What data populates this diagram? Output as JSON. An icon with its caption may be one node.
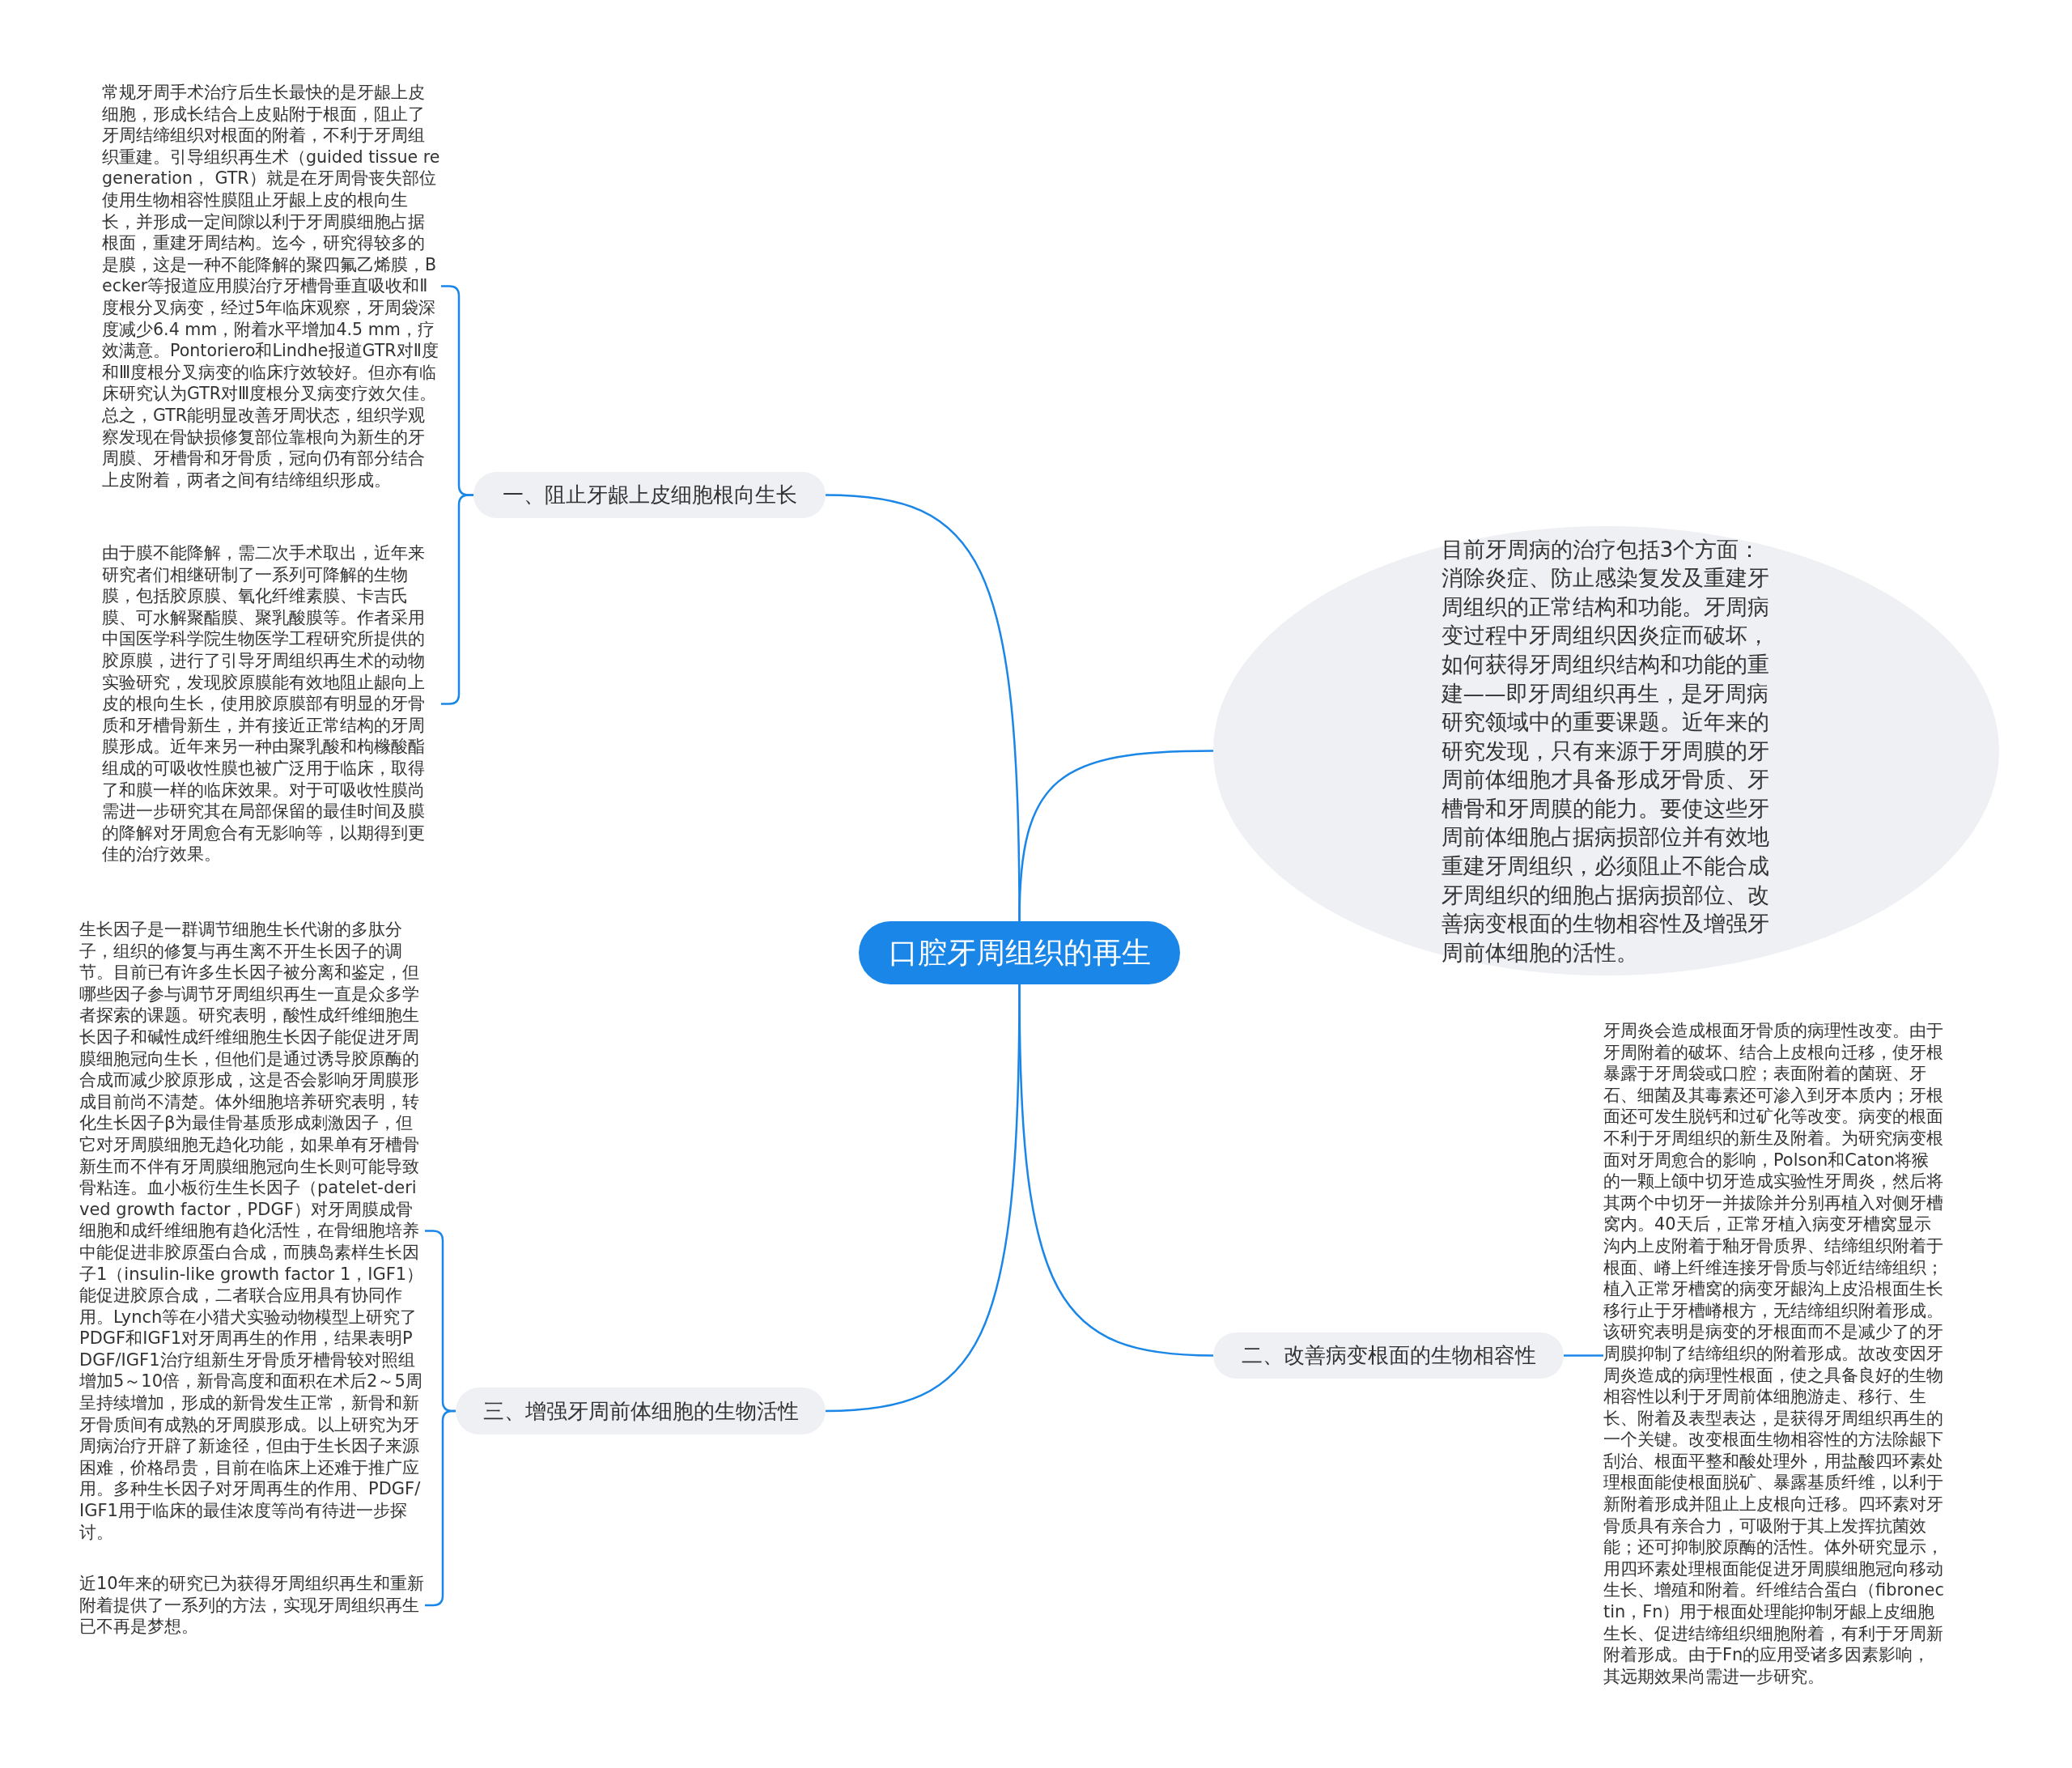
{
  "diagram": {
    "nodes": [
      {
        "text": [
          "口腔牙周组织的再生"
        ]
      },
      {
        "text": [
          "目前牙周病的治疗包括3个方面：消除炎症、防止感染复发及重建牙周组织的正常结构和功能。牙周病变过程中牙周组织因炎症而破坏，如何获得牙周组织结构和功能的重建——即牙周组织再生，是牙周病研究领域中的重要课题。近年来的研究发现，只有来源于牙周膜的牙周前体细胞才具备形成牙骨质、牙槽骨和牙周膜的能力。要使这些牙周前体细胞占据病损部位并有效地重建牙周组织，必须阻止不能合成牙周组织的细胞占据病损部位、改善病变根面的生物相容性及增强牙周前体细胞的活性。"
        ]
      },
      {
        "text": [
          "一、阻止牙龈上皮细胞根向生长"
        ]
      },
      {
        "text": [
          "常规牙周手术治疗后生长最快的是牙龈上皮细胞，形成长结合上皮贴附于根面，阻止了牙周结缔组织对根面的附着，不利于牙周组织重建。引导组织再生术（guided tissue regeneration， GTR）就是在牙周骨丧失部位使用生物相容性膜阻止牙龈上皮的根向生长，并形成一定间隙以利于牙周膜细胞占据根面，重建牙周结构。迄今，研究得较多的是膜，这是一种不能降解的聚四氟乙烯膜，Becker等报道应用膜治疗牙槽骨垂直吸收和Ⅱ度根分叉病变，经过5年临床观察，牙周袋深度减少6.4 mm，附着水平增加4.5 mm，疗效满意。Pontoriero和Lindhe报道GTR对Ⅱ度和Ⅲ度根分叉病变的临床疗效较好。但亦有临床研究认为GTR对Ⅲ度根分叉病变疗效欠佳。总之，GTR能明显改善牙周状态，组织学观察发现在骨缺损修复部位靠根向为新生的牙周膜、牙槽骨和牙骨质，冠向仍有部分结合上皮附着，两者之间有结缔组织形成。"
        ]
      },
      {
        "text": [
          "由于膜不能降解，需二次手术取出，近年来研究者们相继研制了一系列可降解的生物膜，包括胶原膜、氧化纤维素膜、卡吉氏膜、可水解聚酯膜、聚乳酸膜等。作者采用中国医学科学院生物医学工程研究所提供的胶原膜，进行了引导牙周组织再生术的动物实验研究，发现胶原膜能有效地阻止龈向上皮的根向生长，使用胶原膜部有明显的牙骨质和牙槽骨新生，并有接近正常结构的牙周膜形成。近年来另一种由聚乳酸和枸橼酸酯组成的可吸收性膜也被广泛用于临床，取得了和膜一样的临床效果。对于可吸收性膜尚需进一步研究其在局部保留的最佳时间及膜的降解对牙周愈合有无影响等，以期得到更佳的治疗效果。"
        ]
      },
      {
        "text": [
          "三、增强牙周前体细胞的生物活性"
        ]
      },
      {
        "text": [
          "生长因子是一群调节细胞生长代谢的多肽分子，组织的修复与再生离不开生长因子的调节。目前已有许多生长因子被分离和鉴定，但哪些因子参与调节牙周组织再生一直是众多学者探索的课题。研究表明，酸性成纤维细胞生长因子和碱性成纤维细胞生长因子能促进牙周膜细胞冠向生长，但他们是通过诱导胶原酶的合成而减少胶原形成，这是否会影响牙周膜形成目前尚不清楚。体外细胞培养研究表明，转化生长因子β为最佳骨基质形成刺激因子，但它对牙周膜细胞无趋化功能，如果单有牙槽骨新生而不伴有牙周膜细胞冠向生长则可能导致骨粘连。血小板衍生生长因子（patelet-derived growth factor，PDGF）对牙周膜成骨细胞和成纤维细胞有趋化活性，在骨细胞培养中能促进非胶原蛋白合成，而胰岛素样生长因子1（insulin-like growth factor 1，IGF1）能促进胶原合成，二者联合应用具有协同作用。Lynch等在小猎犬实验动物模型上研究了PDGF和IGF1对牙周再生的作用，结果表明PDGF/IGF1治疗组新生牙骨质牙槽骨较对照组增加5～10倍，新骨高度和面积在术后2～5周呈持续增加，形成的新骨发生正常，新骨和新牙骨质间有成熟的牙周膜形成。以上研究为牙周病治疗开辟了新途径，但由于生长因子来源困难，价格昂贵，目前在临床上还难于推广应用。多种生长因子对牙周再生的作用、PDGF/IGF1用于临床的最佳浓度等尚有待进一步探讨。"
        ]
      },
      {
        "text": [
          "近10年来的研究已为获得牙周组织再生和重新附着提供了一系列的方法，实现牙周组织再生已不再是梦想。"
        ]
      },
      {
        "text": [
          "二、改善病变根面的生物相容性"
        ]
      },
      {
        "text": [
          "牙周炎会造成根面牙骨质的病理性改变。由于牙周附着的破坏、结合上皮根向迁移，使牙根暴露于牙周袋或口腔；表面附着的菌斑、牙石、细菌及其毒素还可渗入到牙本质内；牙根面还可发生脱钙和过矿化等改变。病变的根面不利于牙周组织的新生及附着。为研究病变根面对牙周愈合的影响，Polson和Caton将猴的一颗上颌中切牙造成实验性牙周炎，然后将其两个中切牙一并拔除并分别再植入对侧牙槽窝内。40天后，正常牙植入病变牙槽窝显示沟内上皮附着于釉牙骨质界、结缔组织附着于根面、嵴上纤维连接牙骨质与邻近结缔组织；植入正常牙槽窝的病变牙龈沟上皮沿根面生长移行止于牙槽嵴根方，无结缔组织附着形成。该研究表明是病变的牙根面而不是减少了的牙周膜抑制了结缔组织的附着形成。故改变因牙周炎造成的病理性根面，使之具备良好的生物相容性以利于牙周前体细胞游走、移行、生长、附着及表型表达，是获得牙周组织再生的一个关键。改变根面生物相容性的方法除龈下刮治、根面平整和酸处理外，用盐酸四环素处理根面能使根面脱矿、暴露基质纤维，以利于新附着形成并阻止上皮根向迁移。四环素对牙骨质具有亲合力，可吸附于其上发挥抗菌效能；还可抑制胶原酶的活性。体外研究显示，用四环素处理根面能促进牙周膜细胞冠向移动生长、增殖和附着。纤维结合蛋白（fibronectin，Fn）用于根面处理能抑制牙龈上皮细胞生长、促进结缔组织细胞附着，有利于牙周新附着形成。由于Fn的应用受诸多因素影响，其远期效果尚需进一步研究。"
        ]
      }
    ],
    "edges": [
      {
        "from": 0,
        "to": 1,
        "arrow": "none"
      },
      {
        "from": 0,
        "to": 2,
        "arrow": "none"
      },
      {
        "from": 2,
        "to": 3,
        "arrow": "none"
      },
      {
        "from": 2,
        "to": 4,
        "arrow": "none"
      },
      {
        "from": 0,
        "to": 5,
        "arrow": "none"
      },
      {
        "from": 5,
        "to": 6,
        "arrow": "none"
      },
      {
        "from": 5,
        "to": 7,
        "arrow": "none"
      },
      {
        "from": 0,
        "to": 8,
        "arrow": "none"
      },
      {
        "from": 8,
        "to": 9,
        "arrow": "none"
      }
    ]
  }
}
